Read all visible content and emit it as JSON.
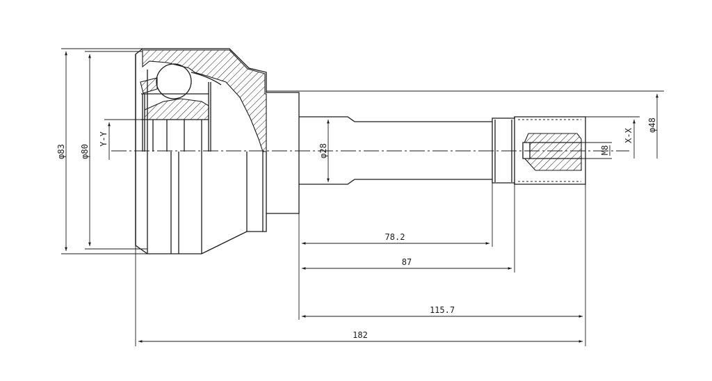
{
  "dimensions": {
    "d83": "φ83",
    "d80": "φ80",
    "d28": "φ28",
    "d48": "φ48",
    "m8": "M8",
    "len_78_2": "78.2",
    "len_87": "87",
    "len_115_7": "115.7",
    "len_182": "182"
  },
  "section_labels": {
    "y_y": "Y-Y",
    "x_x": "X-X"
  },
  "colors": {
    "line": "#1a1a1a",
    "background": "#ffffff"
  }
}
